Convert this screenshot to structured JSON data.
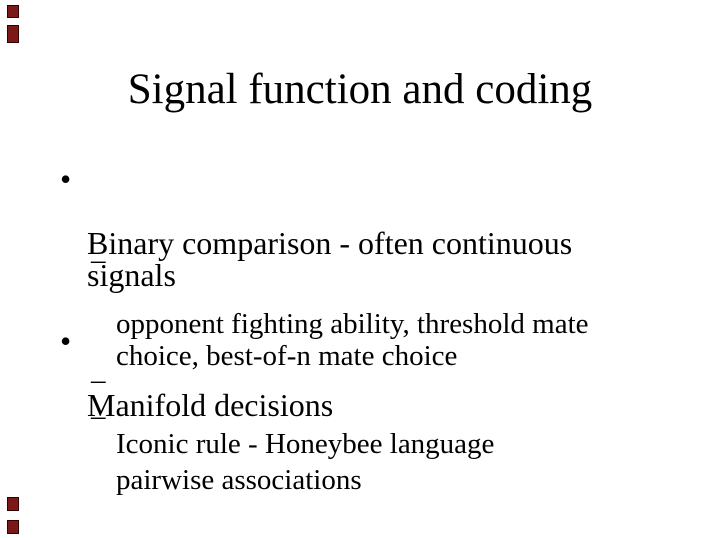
{
  "slide": {
    "title": "Signal function and coding",
    "background_color": "#ffffff",
    "text_color": "#000000",
    "bullets": [
      {
        "level": 1,
        "marker": "•",
        "text": "Binary comparison - often continuous\nsignals"
      },
      {
        "level": 2,
        "marker": "–",
        "text": "opponent fighting ability, threshold mate\nchoice, best-of-n mate choice"
      },
      {
        "level": 1,
        "marker": "•",
        "text": "Manifold decisions"
      },
      {
        "level": 2,
        "marker": "–",
        "text": "Iconic rule - Honeybee language"
      },
      {
        "level": 2,
        "marker": "–",
        "text": "pairwise associations"
      }
    ],
    "decor": {
      "corner_marker_color": "#7b1818",
      "corner_marker_border": "#330000"
    }
  }
}
